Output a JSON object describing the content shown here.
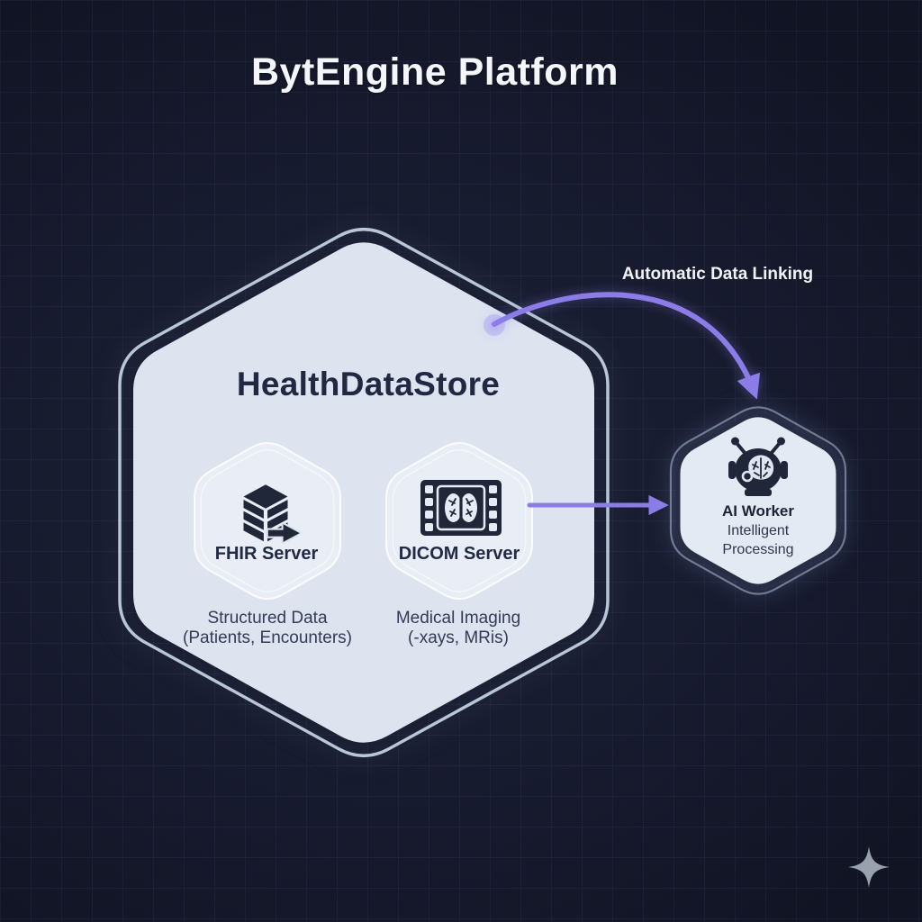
{
  "page_title": "BytEngine Platform",
  "background": {
    "color": "#171b2e",
    "grid_color": "#2a3050"
  },
  "main_hexagon": {
    "title": "HealthDataStore",
    "fill_color": "#dde4f0",
    "outline_color": "#b9c5d9",
    "servers": [
      {
        "name": "FHIR Server",
        "icon": "database-stack-icon",
        "description": [
          "Structured Data",
          "(Patients, Encounters)"
        ]
      },
      {
        "name": "DICOM Server",
        "icon": "xray-film-brain-icon",
        "description": [
          "Medical Imaging",
          "(-xays, MRis)"
        ]
      }
    ]
  },
  "ai_worker_hexagon": {
    "title": "AI Worker",
    "subtitle": "Intelligent Processing",
    "icon": "robot-icon",
    "fill_color": "#e3eaf4",
    "border_color": "#272e44"
  },
  "connections": [
    {
      "label": "Automatic Data Linking",
      "type": "curved-arrow",
      "from": "HealthDataStore",
      "to": "AI Worker",
      "color": "#8b7ce8"
    },
    {
      "label": "",
      "type": "straight-arrow",
      "from": "DICOM Server",
      "to": "AI Worker",
      "color": "#8b7ce8"
    }
  ],
  "decorations": {
    "sparkle_color": "#99a1ad",
    "icon_color": "#202738"
  }
}
